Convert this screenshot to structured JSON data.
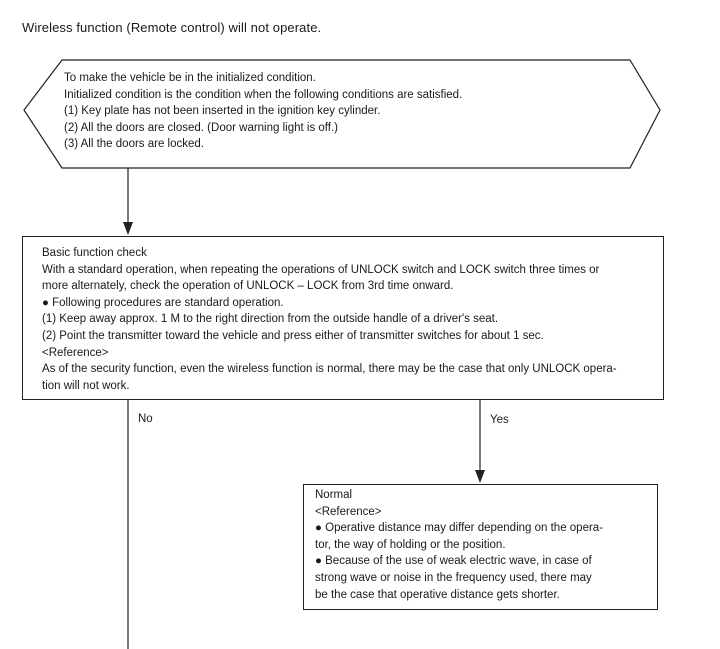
{
  "title": "Wireless function (Remote control) will not operate.",
  "hexagon": {
    "lines": [
      "To make the vehicle be in the initialized condition.",
      "Initialized condition is the condition when the following conditions are satisfied.",
      "(1) Key plate has not been inserted in the ignition key cylinder.",
      "(2) All the doors are closed. (Door warning light is off.)",
      "(3) All the doors are locked."
    ]
  },
  "check_box": {
    "lines": [
      "Basic function check",
      "With a standard operation, when repeating the operations of UNLOCK switch and LOCK switch three times or",
      "more alternately, check the operation of UNLOCK – LOCK from 3rd time onward.",
      "● Following procedures are standard operation.",
      "(1) Keep away approx. 1 M to the right direction from the outside handle of a driver's seat.",
      "(2) Point the transmitter toward the vehicle and press either of transmitter switches for about 1 sec.",
      "<Reference>",
      "As of the security function, even the wireless function is normal, there may be the case that only UNLOCK opera-",
      "tion will not work."
    ]
  },
  "branch_no": "No",
  "branch_yes": "Yes",
  "normal_box": {
    "lines": [
      "Normal",
      "<Reference>",
      "● Operative distance may differ depending on the opera-",
      "tor, the way of holding or the position.",
      "● Because of the use of weak electric wave, in case of",
      "strong wave or noise in the frequency used, there may",
      "be the case that operative distance gets shorter."
    ]
  }
}
